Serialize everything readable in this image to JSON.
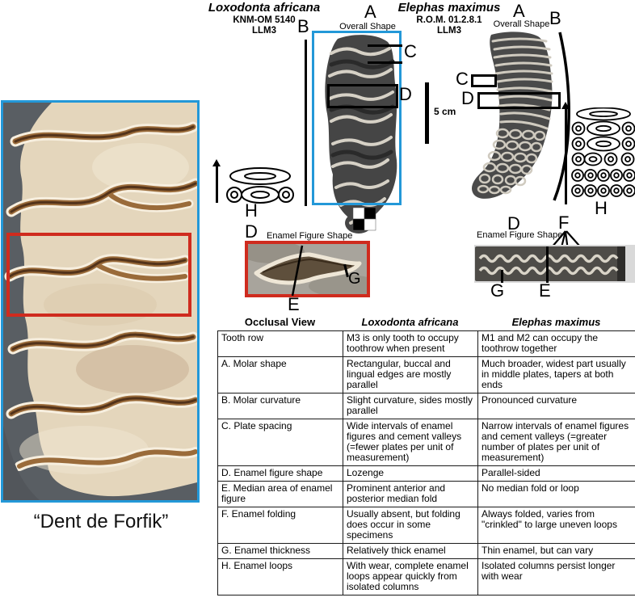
{
  "photo": {
    "caption": "“Dent de Forfik”"
  },
  "letters": {
    "A": "A",
    "B": "B",
    "C": "C",
    "D": "D",
    "E": "E",
    "F": "F",
    "G": "G",
    "H": "H"
  },
  "loxodonta": {
    "species": "Loxodonta africana",
    "specimen": "KNM-OM 5140",
    "tooth": "LLM3",
    "overall_shape": "Overall Shape",
    "enamel_caption": "Enamel Figure Shape",
    "scale_label": "5 cm"
  },
  "elephas": {
    "species": "Elephas maximus",
    "specimen": "R.O.M. 01.2.8.1",
    "tooth": "LLM3",
    "overall_shape": "Overall Shape",
    "enamel_caption": "Enamel Figure Shape"
  },
  "table": {
    "headers": {
      "feature": "Occlusal View",
      "loxodonta": "Loxodonta africana",
      "elephas": "Elephas maximus"
    },
    "rows": [
      {
        "feature": "Tooth row",
        "loxodonta": "M3 is only tooth to occupy toothrow when present",
        "elephas": "M1 and M2 can occupy the toothrow together"
      },
      {
        "feature": "A. Molar shape",
        "loxodonta": "Rectangular, buccal and lingual edges are mostly parallel",
        "elephas": "Much broader, widest part usually in middle plates, tapers at both ends"
      },
      {
        "feature": "B. Molar curvature",
        "loxodonta": "Slight curvature, sides mostly parallel",
        "elephas": "Pronounced curvature"
      },
      {
        "feature": "C. Plate spacing",
        "loxodonta": "Wide intervals of enamel figures and cement valleys (=fewer plates per unit of measurement)",
        "elephas": "Narrow intervals of enamel figures and cement valleys (=greater number of plates per unit of measurement)"
      },
      {
        "feature": "D. Enamel figure shape",
        "loxodonta": "Lozenge",
        "elephas": "Parallel-sided"
      },
      {
        "feature": "E. Median area of enamel figure",
        "loxodonta": "Prominent anterior and posterior median fold",
        "elephas": "No median fold or loop"
      },
      {
        "feature": "F. Enamel folding",
        "loxodonta": "Usually absent, but folding does occur in some specimens",
        "elephas": "Always folded, varies from \"crinkled\" to large uneven loops"
      },
      {
        "feature": "G. Enamel thickness",
        "loxodonta": "Relatively thick enamel",
        "elephas": "Thin enamel, but can vary"
      },
      {
        "feature": "H. Enamel loops",
        "loxodonta": "With wear, complete enamel loops appear quickly from isolated columns",
        "elephas": "Isolated columns persist longer with wear"
      }
    ]
  },
  "colors": {
    "highlight_blue": "#2398d8",
    "highlight_red": "#cf2b1e"
  }
}
